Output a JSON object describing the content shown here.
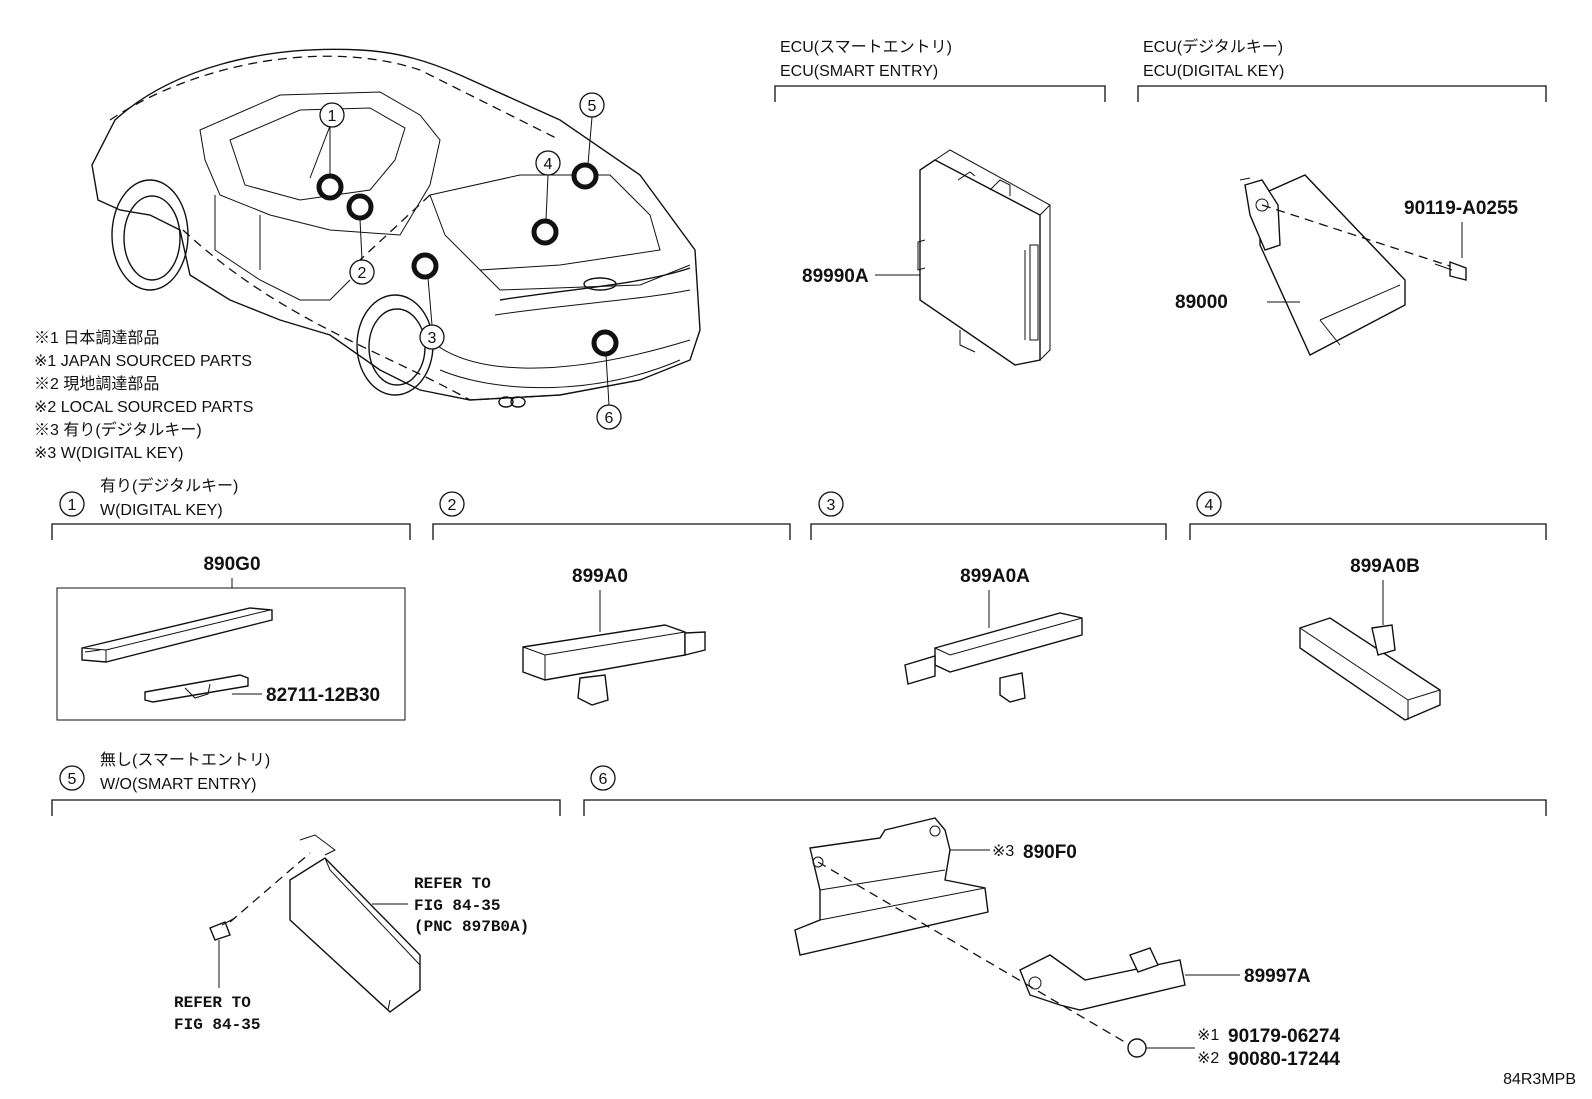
{
  "ecu_smart_entry": {
    "title_jp": "ECU(スマートエントリ)",
    "title_en": "ECU(SMART ENTRY)",
    "part": "89990A"
  },
  "ecu_digital_key": {
    "title_jp": "ECU(デジタルキー)",
    "title_en": "ECU(DIGITAL KEY)",
    "part": "89000",
    "screw": "90119-A0255"
  },
  "legend": [
    "※1 日本調達部品",
    "※1 JAPAN SOURCED PARTS",
    "※2 現地調達部品",
    "※2 LOCAL SOURCED PARTS",
    "※3 有り(デジタルキー)",
    "※3 W(DIGITAL KEY)"
  ],
  "car_callouts": [
    "1",
    "2",
    "3",
    "4",
    "5",
    "6"
  ],
  "section1": {
    "num": "1",
    "title_jp": "有り(デジタルキー)",
    "title_en": "W(DIGITAL KEY)",
    "assy": "890G0",
    "sub": "82711-12B30"
  },
  "section2": {
    "num": "2",
    "part": "899A0"
  },
  "section3": {
    "num": "3",
    "part": "899A0A"
  },
  "section4": {
    "num": "4",
    "part": "899A0B"
  },
  "section5": {
    "num": "5",
    "title_jp": "無し(スマートエントリ)",
    "title_en": "W/O(SMART ENTRY)",
    "ref_a1": "REFER TO",
    "ref_a2": "FIG 84-35",
    "ref_a3": "(PNC 897B0A)",
    "ref_b1": "REFER TO",
    "ref_b2": "FIG 84-35"
  },
  "section6": {
    "num": "6",
    "bracket_mark": "※3",
    "bracket": "890F0",
    "sensor": "89997A",
    "nut_mark1": "※1",
    "nut1": "90179-06274",
    "nut_mark2": "※2",
    "nut2": "90080-17244"
  },
  "figure_id": "84R3MPB"
}
